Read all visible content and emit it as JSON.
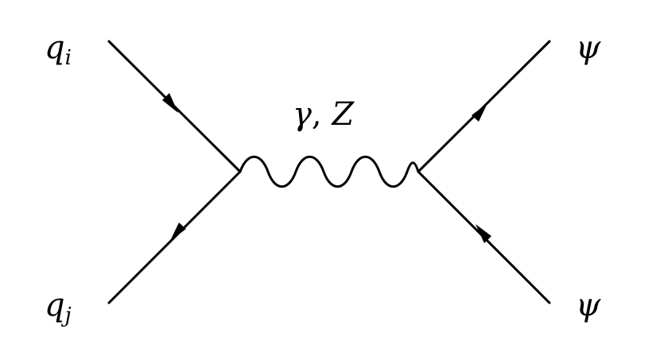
{
  "diagram": {
    "incoming_top": {
      "symbol": "q",
      "subscript": "i"
    },
    "incoming_bottom": {
      "symbol": "q",
      "subscript": "j"
    },
    "outgoing_top": {
      "symbol": "ψ"
    },
    "outgoing_bottom": {
      "symbol": "ψ"
    },
    "propagator": {
      "symbol1": "γ",
      "separator": ", ",
      "symbol2": "Z"
    }
  }
}
